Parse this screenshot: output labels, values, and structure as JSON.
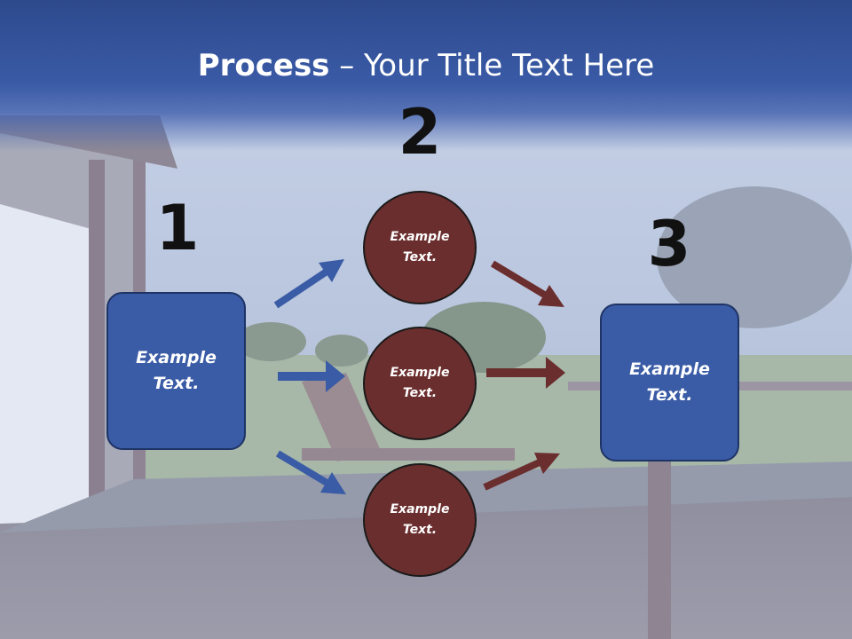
{
  "title": {
    "bold": "Process",
    "rest": " – Your Title Text Here"
  },
  "numbers": {
    "n1": "1",
    "n2": "2",
    "n3": "3"
  },
  "left_box": {
    "text": "Example\nText."
  },
  "right_box": {
    "text": "Example\nText."
  },
  "circles": [
    {
      "text": "Example\nText."
    },
    {
      "text": "Example\nText."
    },
    {
      "text": "Example\nText."
    }
  ],
  "colors": {
    "blue": "#3a5ba5",
    "maroon": "#6b2e2e",
    "header": "#2d4a8c"
  }
}
